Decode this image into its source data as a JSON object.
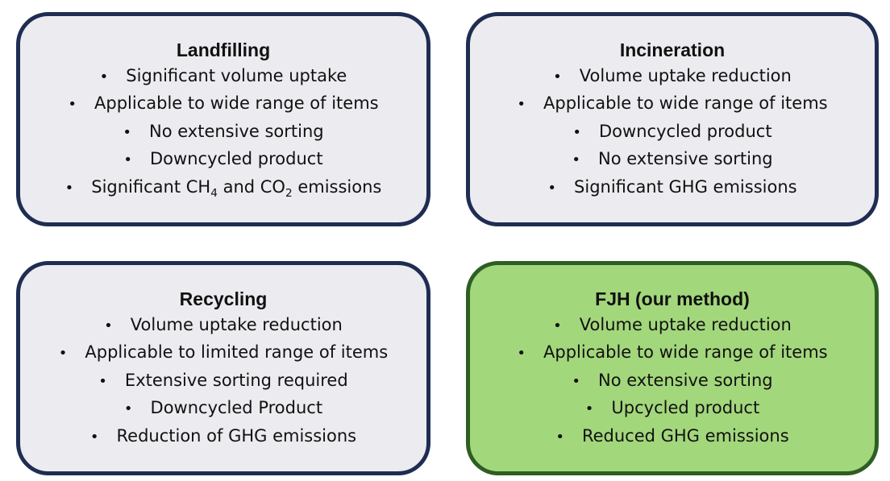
{
  "colors": {
    "box_border": "#1f2d52",
    "box_fill": "#ececf0",
    "fjh_border": "#2e5e22",
    "fjh_fill": "#a3d77c"
  },
  "bullet_glyph": "•",
  "boxes": {
    "landfilling": {
      "title": "Landfilling",
      "items": [
        "Significant volume uptake",
        "Applicable to wide range of items",
        "No extensive sorting",
        "Downcycled product"
      ],
      "emissions": {
        "part1": "Significant CH",
        "sub1": "4",
        "part2": " and CO",
        "sub2": "2",
        "part3": " emissions"
      }
    },
    "incineration": {
      "title": "Incineration",
      "items": [
        "Volume uptake reduction",
        "Applicable to wide range of items",
        "Downcycled product",
        "No extensive sorting",
        "Significant GHG emissions"
      ]
    },
    "recycling": {
      "title": "Recycling",
      "items": [
        "Volume uptake reduction",
        "Applicable to limited range of items",
        "Extensive sorting required",
        "Downcycled Product",
        "Reduction of GHG emissions"
      ]
    },
    "fjh": {
      "title": "FJH (our method)",
      "items": [
        "Volume uptake reduction",
        "Applicable to wide range of items",
        "No extensive sorting",
        "Upcycled product",
        "Reduced GHG emissions"
      ]
    }
  }
}
